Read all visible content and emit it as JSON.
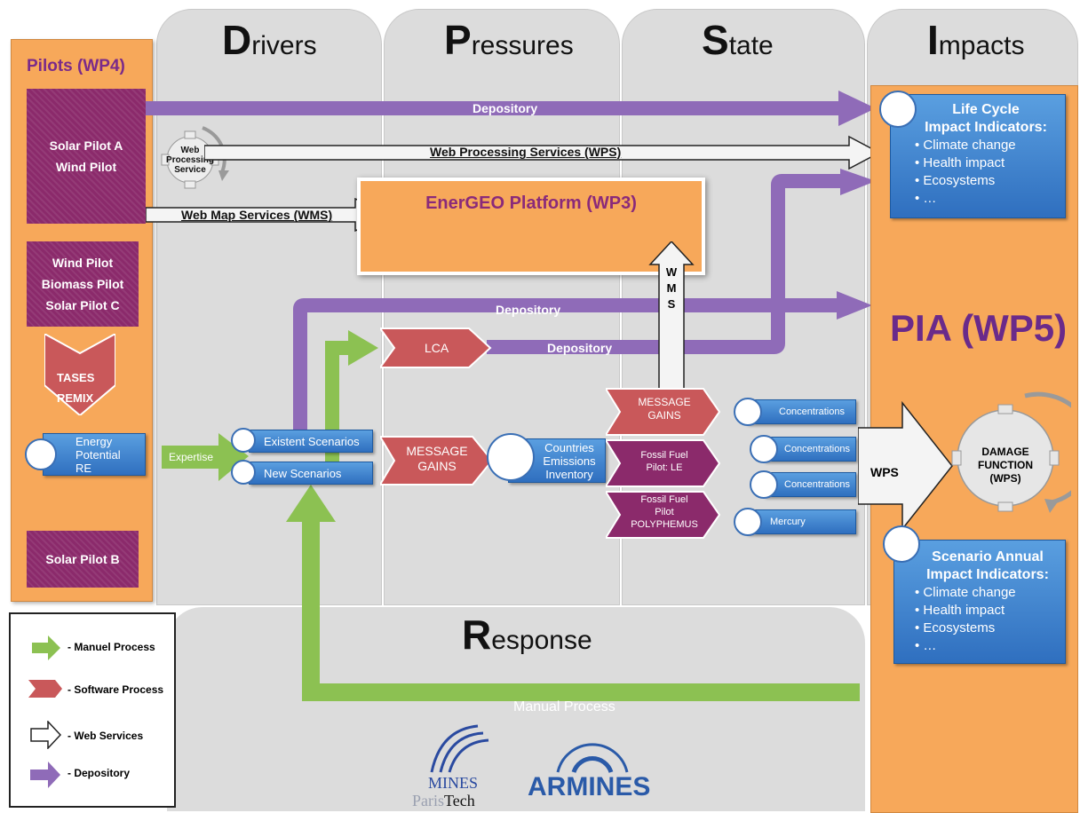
{
  "columns": {
    "drivers": {
      "initial": "D",
      "rest": "rivers"
    },
    "pressures": {
      "initial": "P",
      "rest": "ressures"
    },
    "state": {
      "initial": "S",
      "rest": "tate"
    },
    "impacts": {
      "initial": "I",
      "rest": "mpacts"
    },
    "response": {
      "initial": "R",
      "rest": "esponse"
    }
  },
  "pilots_title": "Pilots (WP4)",
  "pilot_boxes": {
    "a": [
      "Solar Pilot A",
      "Wind Pilot"
    ],
    "b": [
      "Wind Pilot",
      "Biomass Pilot",
      "Solar Pilot C"
    ],
    "c": [
      "Solar Pilot B"
    ]
  },
  "tases": [
    "TASES",
    "REMIX"
  ],
  "energy_potential": [
    "Energy",
    "Potential",
    "RE"
  ],
  "wps_gear": [
    "Web",
    "Processing",
    "Service"
  ],
  "platform": "EnerGEO Platform (WP3)",
  "arrows": {
    "depository_top": "Depository",
    "wps_top": "Web Processing Services (WPS)",
    "wms": "Web Map Services (WMS)",
    "depository_mid": "Depository",
    "depository_lca": "Depository",
    "wms_vertical": [
      "W",
      "M",
      "S"
    ],
    "wps_right": "WPS",
    "manual": "Manual Process",
    "expertise": "Expertise"
  },
  "scenarios": {
    "existent": "Existent Scenarios",
    "new": "New Scenarios"
  },
  "software": {
    "lca": "LCA",
    "message_gains": [
      "MESSAGE",
      "GAINS"
    ],
    "message_gains_2": [
      "MESSAGE",
      "GAINS"
    ],
    "fossil_le": [
      "Fossil Fuel",
      "Pilot: LE"
    ],
    "fossil_poly": [
      "Fossil Fuel",
      "Pilot",
      "POLYPHEMUS"
    ]
  },
  "emissions": [
    "Countries",
    "Emissions",
    "Inventory"
  ],
  "concentrations": [
    "Concentrations",
    "Concentrations",
    "Concentrations",
    "Mercury"
  ],
  "pia": "PIA (WP5)",
  "damage": [
    "DAMAGE",
    "FUNCTION",
    "(WPS)"
  ],
  "lifecycle": {
    "title1": "Life Cycle",
    "title2": "Impact Indicators:",
    "items": [
      "• Climate change",
      "• Health impact",
      "• Ecosystems",
      "• …"
    ]
  },
  "scenario_annual": {
    "title1": "Scenario Annual",
    "title2": "Impact Indicators:",
    "items": [
      "• Climate change",
      "• Health impact",
      "• Ecosystems",
      "• …"
    ]
  },
  "legend": {
    "manual": "- Manuel Process",
    "software": "- Software Process",
    "web": "- Web Services",
    "depository": "- Depository"
  },
  "logos": {
    "mines1": "MINES",
    "mines2a": "Paris",
    "mines2b": "Tech",
    "armines": "ARMINES"
  },
  "colors": {
    "orange": "#f7a85a",
    "purple": "#8f6bb8",
    "green": "#8cc152",
    "red": "#c9585a",
    "blue": "#3b7fcf",
    "pilot": "#8b2a6b"
  }
}
